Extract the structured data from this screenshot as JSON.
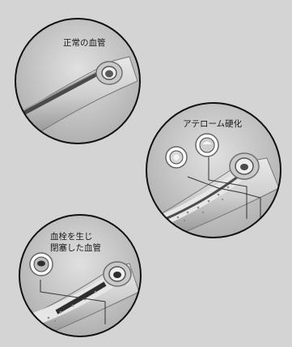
{
  "labels": {
    "normal": "正常の血管",
    "atherosclerosis": "アテローム硬化",
    "thrombus_line1": "血栓を生じ",
    "thrombus_line2": "閉塞した血管"
  },
  "colors": {
    "background": "#d4d4d4",
    "vessel_wall": "#bdbdbd",
    "lumen": "#5a5a5a",
    "plaque": "#e6e6e6",
    "thrombus": "#2e2e2e"
  }
}
